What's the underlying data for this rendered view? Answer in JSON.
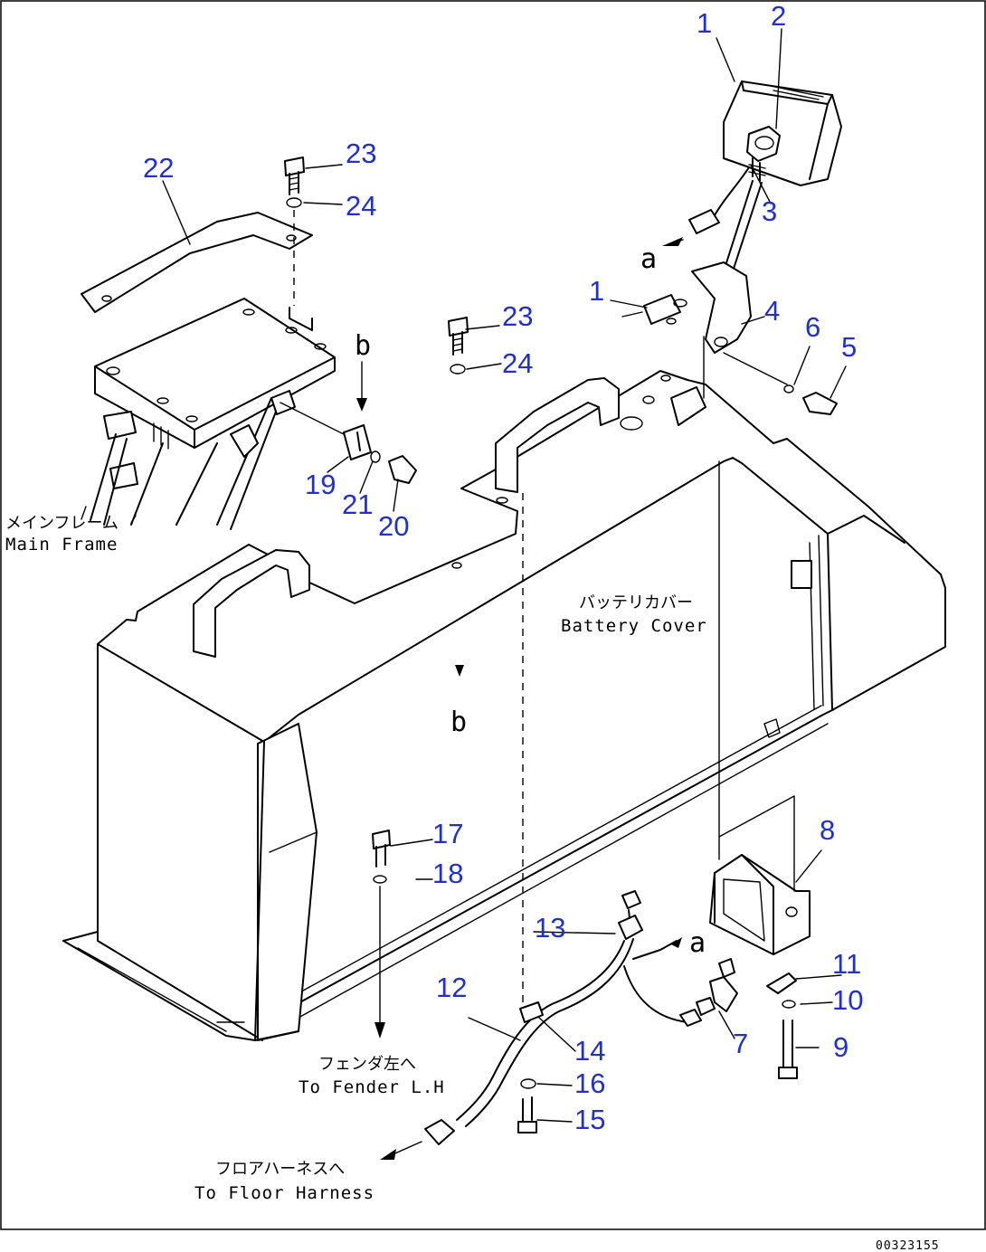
{
  "callouts": [
    {
      "id": "c1a",
      "text": "1"
    },
    {
      "id": "c2",
      "text": "2"
    },
    {
      "id": "c3",
      "text": "3"
    },
    {
      "id": "c1b",
      "text": "1"
    },
    {
      "id": "c4",
      "text": "4"
    },
    {
      "id": "c5",
      "text": "5"
    },
    {
      "id": "c6",
      "text": "6"
    },
    {
      "id": "c7",
      "text": "7"
    },
    {
      "id": "c8",
      "text": "8"
    },
    {
      "id": "c9",
      "text": "9"
    },
    {
      "id": "c10",
      "text": "10"
    },
    {
      "id": "c11",
      "text": "11"
    },
    {
      "id": "c12",
      "text": "12"
    },
    {
      "id": "c13",
      "text": "13"
    },
    {
      "id": "c14",
      "text": "14"
    },
    {
      "id": "c15",
      "text": "15"
    },
    {
      "id": "c16",
      "text": "16"
    },
    {
      "id": "c17",
      "text": "17"
    },
    {
      "id": "c18",
      "text": "18"
    },
    {
      "id": "c19",
      "text": "19"
    },
    {
      "id": "c20",
      "text": "20"
    },
    {
      "id": "c21",
      "text": "21"
    },
    {
      "id": "c22",
      "text": "22"
    },
    {
      "id": "c23a",
      "text": "23"
    },
    {
      "id": "c24a",
      "text": "24"
    },
    {
      "id": "c23b",
      "text": "23"
    },
    {
      "id": "c24b",
      "text": "24"
    }
  ],
  "labels": {
    "main_frame_jp": "メインフレーム",
    "main_frame_en": "Main Frame",
    "battery_cover_jp": "バッテリカバー",
    "battery_cover_en": "Battery Cover",
    "fender_jp": "フェンダ左へ",
    "fender_en": "To Fender L.H",
    "floor_harness_jp": "フロアハーネスへ",
    "floor_harness_en": "To Floor Harness",
    "ref_a_top": "a",
    "ref_a_bottom": "a",
    "ref_b_top": "b",
    "ref_b_center": "b"
  },
  "drawing_code": "00323155"
}
